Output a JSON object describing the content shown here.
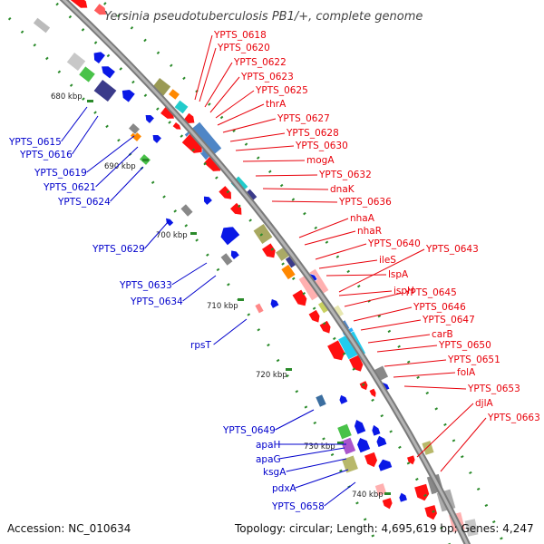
{
  "title": "Yersinia pseudotuberculosis PB1/+, complete genome",
  "accession": "Accession: NC_010634",
  "summary": "Topology: circular; Length: 4,695,619 bp; Genes: 4,247",
  "colors": {
    "forward_label": "#e8000a",
    "reverse_label": "#0000cc",
    "backbone": "#999999",
    "tick": "#2a8a2a",
    "forward_gene": "#ff1010",
    "reverse_gene": "#0a18e6"
  },
  "scale_marks": [
    "680 kbp",
    "690 kbp",
    "700 kbp",
    "710 kbp",
    "720 kbp",
    "730 kbp",
    "740 kbp"
  ],
  "forward_labels": [
    "YPTS_0618",
    "YPTS_0620",
    "YPTS_0622",
    "YPTS_0623",
    "YPTS_0625",
    "thrA",
    "YPTS_0627",
    "YPTS_0628",
    "YPTS_0630",
    "mogA",
    "YPTS_0632",
    "dnaK",
    "YPTS_0636",
    "nhaA",
    "nhaR",
    "YPTS_0640",
    "YPTS_0643",
    "ileS",
    "lspA",
    "ispH",
    "YPTS_0645",
    "YPTS_0646",
    "YPTS_0647",
    "carB",
    "YPTS_0650",
    "YPTS_0651",
    "folA",
    "YPTS_0653",
    "djlA",
    "YPTS_0663"
  ],
  "reverse_labels": [
    "YPTS_0615",
    "YPTS_0616",
    "YPTS_0619",
    "YPTS_0621",
    "YPTS_0624",
    "YPTS_0629",
    "YPTS_0633",
    "YPTS_0634",
    "rpsT",
    "YPTS_0649",
    "apaH",
    "apaG",
    "ksgA",
    "pdxA",
    "YPTS_0658"
  ]
}
